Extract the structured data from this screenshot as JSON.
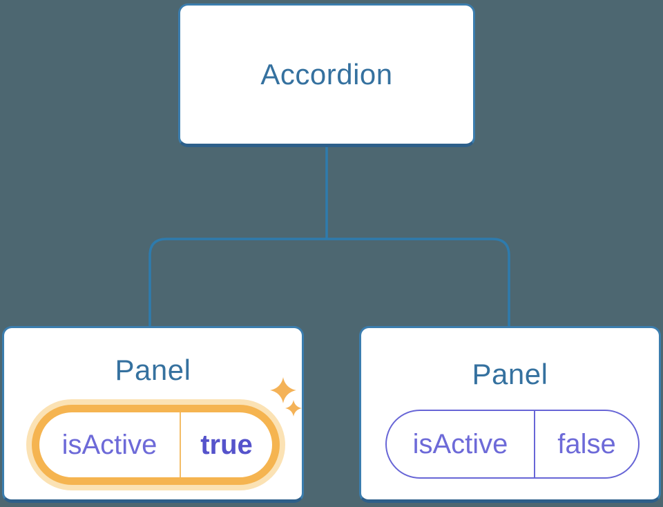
{
  "colors": {
    "background": "#4d6771",
    "node_fill": "#ffffff",
    "node_border": "#3b7dae",
    "node_border_bottom": "#2d5f8a",
    "heading_text": "#35719f",
    "connector_line": "#2e7bad",
    "state_text_purple": "#6d6ad8",
    "state_value_active_purple": "#5553cb",
    "highlight_orange": "#f5b450",
    "highlight_halo_orange": "#fbe2b4",
    "sparkle_orange": "#f4b257"
  },
  "icons": {
    "sparkle": "✦"
  },
  "tree": {
    "root": {
      "label": "Accordion"
    },
    "children": [
      {
        "label": "Panel",
        "state": {
          "key": "isActive",
          "value": "true"
        },
        "highlighted": true
      },
      {
        "label": "Panel",
        "state": {
          "key": "isActive",
          "value": "false"
        },
        "highlighted": false
      }
    ]
  }
}
